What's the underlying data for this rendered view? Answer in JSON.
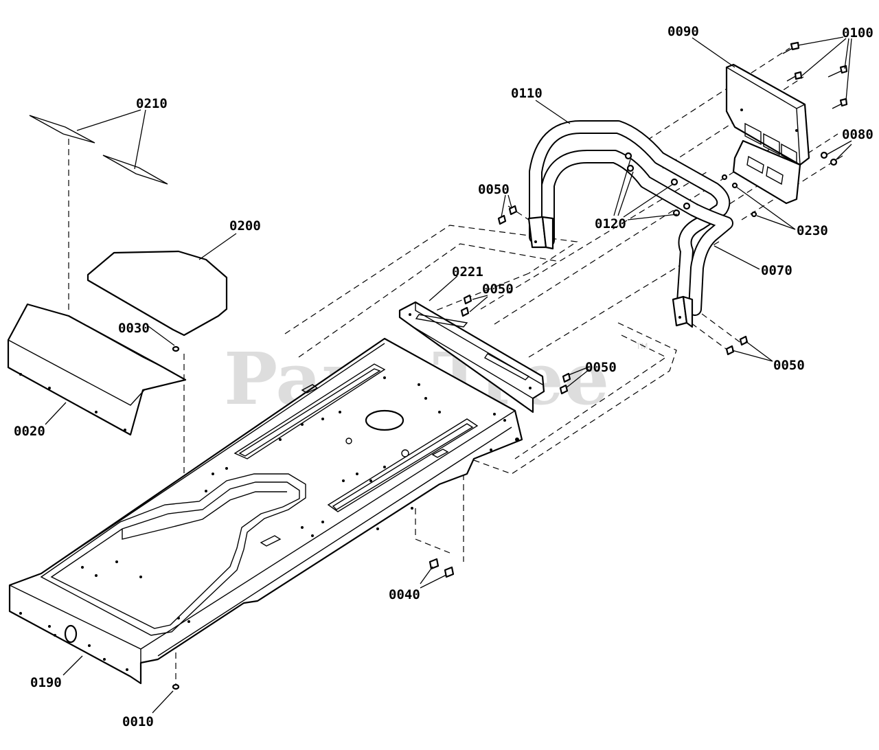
{
  "diagram": {
    "watermark": "PartsTree",
    "watermark_tm": "TM",
    "callouts": {
      "c0010": "0010",
      "c0020": "0020",
      "c0030": "0030",
      "c0040": "0040",
      "c0050a": "0050",
      "c0050b": "0050",
      "c0050c": "0050",
      "c0050d": "0050",
      "c0070": "0070",
      "c0080": "0080",
      "c0090": "0090",
      "c0100": "0100",
      "c0110": "0110",
      "c0120": "0120",
      "c0190": "0190",
      "c0200": "0200",
      "c0210": "0210",
      "c0221": "0221",
      "c0230": "0230"
    }
  }
}
